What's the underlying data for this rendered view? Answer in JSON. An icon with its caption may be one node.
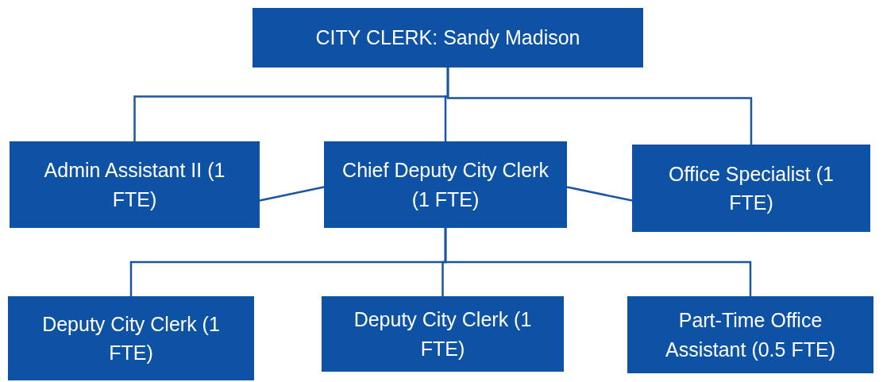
{
  "diagram": {
    "nodes": [
      {
        "text": [
          "CITY CLERK: Sandy Madison"
        ]
      },
      {
        "text": [
          "Admin Assistant II (1 FTE)"
        ]
      },
      {
        "text": [
          "Chief Deputy City Clerk (1 FTE)"
        ]
      },
      {
        "text": [
          "Office Specialist (1 FTE)"
        ]
      },
      {
        "text": [
          "Deputy City Clerk (1 FTE)"
        ]
      },
      {
        "text": [
          "Deputy City Clerk (1 FTE)"
        ]
      },
      {
        "text": [
          "Part-Time Office Assistant (0.5 FTE)"
        ]
      }
    ],
    "edges": [
      {
        "from": 0,
        "to": 1,
        "arrow": "none"
      },
      {
        "from": 0,
        "to": 2,
        "arrow": "none"
      },
      {
        "from": 0,
        "to": 3,
        "arrow": "none"
      },
      {
        "from": 2,
        "to": 1,
        "arrow": "none"
      },
      {
        "from": 2,
        "to": 3,
        "arrow": "none"
      },
      {
        "from": 2,
        "to": 4,
        "arrow": "none"
      },
      {
        "from": 2,
        "to": 5,
        "arrow": "none"
      },
      {
        "from": 2,
        "to": 6,
        "arrow": "none"
      }
    ]
  }
}
